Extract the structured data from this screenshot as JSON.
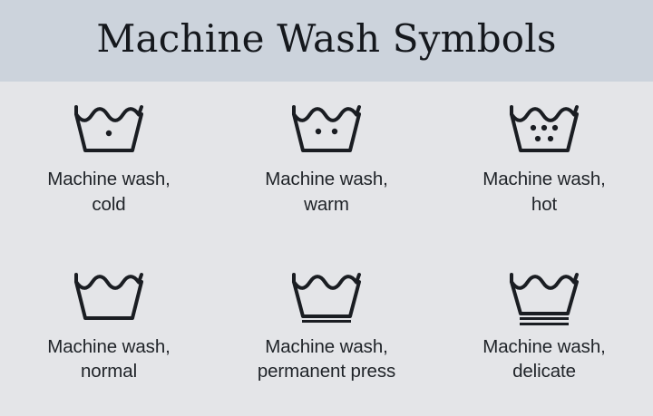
{
  "header": {
    "title": "Machine Wash Symbols",
    "background_color": "#ccd3dc",
    "title_color": "#15181d"
  },
  "page": {
    "background_color": "#e4e5e8",
    "symbol_stroke_color": "#1a1d22",
    "label_color": "#1f2328"
  },
  "symbols": [
    {
      "icon_name": "wash-tub-one-dot-icon",
      "label_line1": "Machine wash,",
      "label_line2": "cold",
      "dots": 1,
      "bars": 0
    },
    {
      "icon_name": "wash-tub-two-dots-icon",
      "label_line1": "Machine wash,",
      "label_line2": "warm",
      "dots": 2,
      "bars": 0
    },
    {
      "icon_name": "wash-tub-five-dots-icon",
      "label_line1": "Machine wash,",
      "label_line2": "hot",
      "dots": 5,
      "bars": 0
    },
    {
      "icon_name": "wash-tub-plain-icon",
      "label_line1": "Machine wash,",
      "label_line2": "normal",
      "dots": 0,
      "bars": 0
    },
    {
      "icon_name": "wash-tub-one-bar-icon",
      "label_line1": "Machine wash,",
      "label_line2": "permanent press",
      "dots": 0,
      "bars": 1
    },
    {
      "icon_name": "wash-tub-two-bars-icon",
      "label_line1": "Machine wash,",
      "label_line2": "delicate",
      "dots": 0,
      "bars": 2
    }
  ]
}
